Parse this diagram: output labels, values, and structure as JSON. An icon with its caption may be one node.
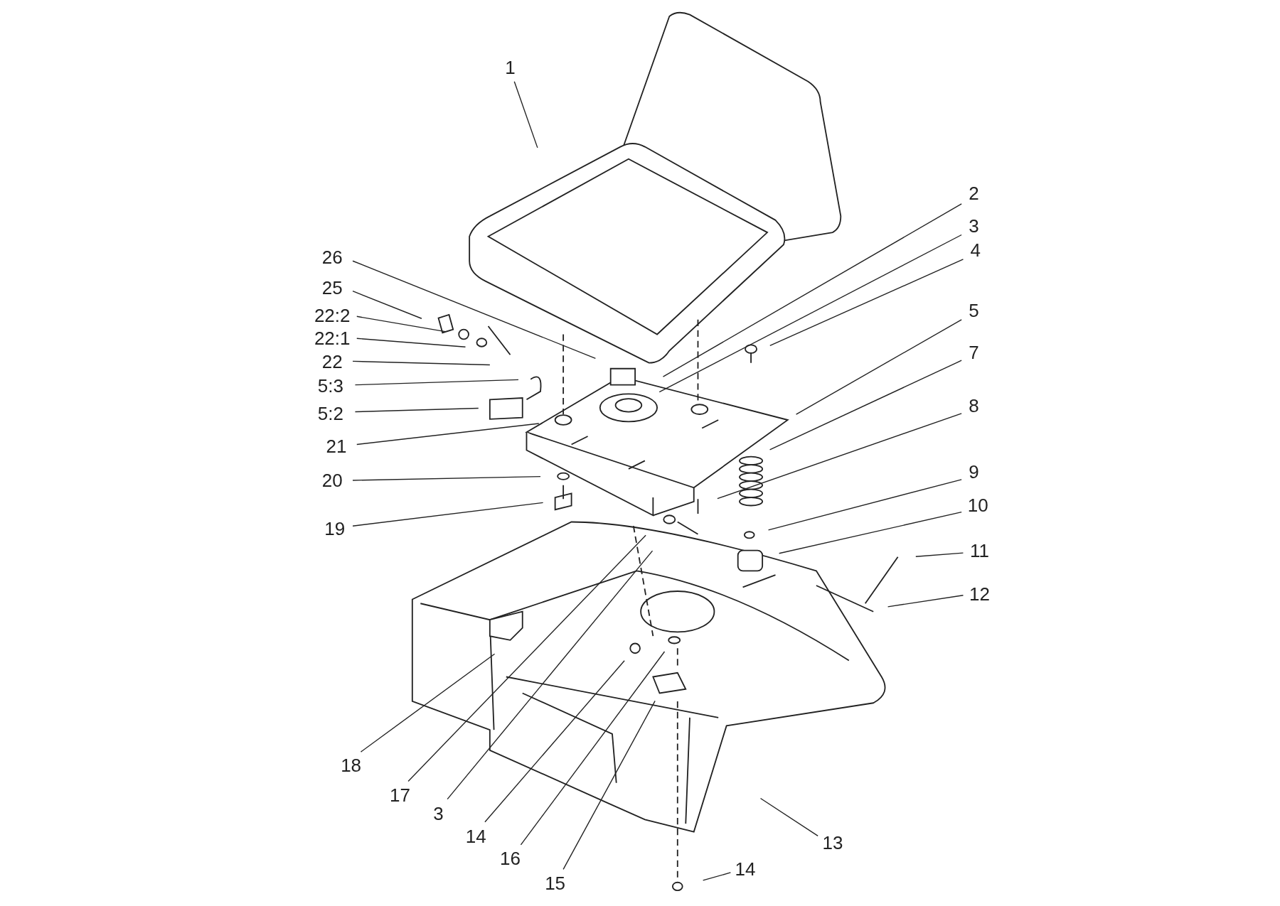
{
  "diagram": {
    "nodes": [
      {
        "text": [
          "1"
        ]
      },
      {
        "text": [
          "2"
        ]
      },
      {
        "text": [
          "3"
        ]
      },
      {
        "text": [
          "4"
        ]
      },
      {
        "text": [
          "5"
        ]
      },
      {
        "text": [
          "7"
        ]
      },
      {
        "text": [
          "8"
        ]
      },
      {
        "text": [
          "9"
        ]
      },
      {
        "text": [
          "10"
        ]
      },
      {
        "text": [
          "11"
        ]
      },
      {
        "text": [
          "12"
        ]
      },
      {
        "text": [
          "13"
        ]
      },
      {
        "text": [
          "14"
        ]
      },
      {
        "text": [
          "15"
        ]
      },
      {
        "text": [
          "16"
        ]
      },
      {
        "text": [
          "14"
        ]
      },
      {
        "text": [
          "3"
        ]
      },
      {
        "text": [
          "17"
        ]
      },
      {
        "text": [
          "18"
        ]
      },
      {
        "text": [
          "19"
        ]
      },
      {
        "text": [
          "20"
        ]
      },
      {
        "text": [
          "21"
        ]
      },
      {
        "text": [
          "5:2"
        ]
      },
      {
        "text": [
          "5:3"
        ]
      },
      {
        "text": [
          "22"
        ]
      },
      {
        "text": [
          "22:1"
        ]
      },
      {
        "text": [
          "22:2"
        ]
      },
      {
        "text": [
          "25"
        ]
      },
      {
        "text": [
          "26"
        ]
      }
    ],
    "edges": [
      {
        "from": 0,
        "to": null,
        "arrow": "none"
      },
      {
        "from": 1,
        "to": null,
        "arrow": "none"
      },
      {
        "from": 2,
        "to": null,
        "arrow": "none"
      },
      {
        "from": 3,
        "to": null,
        "arrow": "none"
      },
      {
        "from": 4,
        "to": null,
        "arrow": "none"
      },
      {
        "from": 5,
        "to": null,
        "arrow": "none"
      },
      {
        "from": 6,
        "to": null,
        "arrow": "none"
      },
      {
        "from": 7,
        "to": null,
        "arrow": "none"
      },
      {
        "from": 8,
        "to": null,
        "arrow": "none"
      },
      {
        "from": 9,
        "to": null,
        "arrow": "none"
      },
      {
        "from": 10,
        "to": null,
        "arrow": "none"
      },
      {
        "from": 11,
        "to": null,
        "arrow": "none"
      },
      {
        "from": 12,
        "to": null,
        "arrow": "none"
      },
      {
        "from": 13,
        "to": null,
        "arrow": "none"
      },
      {
        "from": 14,
        "to": null,
        "arrow": "none"
      },
      {
        "from": 15,
        "to": null,
        "arrow": "none"
      },
      {
        "from": 16,
        "to": null,
        "arrow": "none"
      },
      {
        "from": 17,
        "to": null,
        "arrow": "none"
      },
      {
        "from": 18,
        "to": null,
        "arrow": "none"
      },
      {
        "from": 19,
        "to": null,
        "arrow": "none"
      },
      {
        "from": 20,
        "to": null,
        "arrow": "none"
      },
      {
        "from": 21,
        "to": null,
        "arrow": "none"
      },
      {
        "from": 22,
        "to": null,
        "arrow": "none"
      },
      {
        "from": 23,
        "to": null,
        "arrow": "none"
      },
      {
        "from": 24,
        "to": null,
        "arrow": "none"
      },
      {
        "from": 25,
        "to": null,
        "arrow": "none"
      },
      {
        "from": 26,
        "to": null,
        "arrow": "none"
      },
      {
        "from": 27,
        "to": null,
        "arrow": "none"
      },
      {
        "from": 28,
        "to": null,
        "arrow": "none"
      }
    ]
  }
}
